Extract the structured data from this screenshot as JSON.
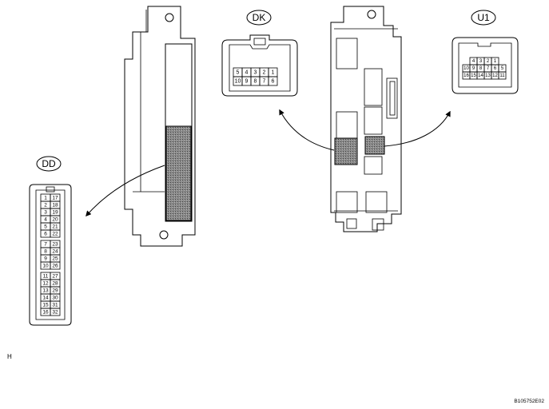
{
  "connectors": {
    "dk": {
      "label": "DK",
      "top_row": [
        "5",
        "4",
        "3",
        "2",
        "1"
      ],
      "bottom_row": [
        "10",
        "9",
        "8",
        "7",
        "6"
      ]
    },
    "u1": {
      "label": "U1",
      "top_row": [
        "4",
        "3",
        "2",
        "1"
      ],
      "bottom_row": [
        "10",
        "9",
        "8",
        "7",
        "6",
        "5"
      ],
      "third_row": [
        "16",
        "15",
        "14",
        "13",
        "12",
        "11"
      ]
    },
    "dd": {
      "label": "DD",
      "left_col": [
        "1",
        "2",
        "3",
        "4",
        "5",
        "6",
        "7",
        "8",
        "9",
        "10",
        "11",
        "12",
        "13",
        "14",
        "15",
        "16"
      ],
      "right_col": [
        "17",
        "18",
        "19",
        "20",
        "21",
        "22",
        "23",
        "24",
        "25",
        "26",
        "27",
        "28",
        "29",
        "30",
        "31",
        "32"
      ]
    }
  },
  "corner_letter": "H",
  "figure_code": "B105752E02",
  "colors": {
    "line": "#000000",
    "shade": "#7a7a7a"
  }
}
